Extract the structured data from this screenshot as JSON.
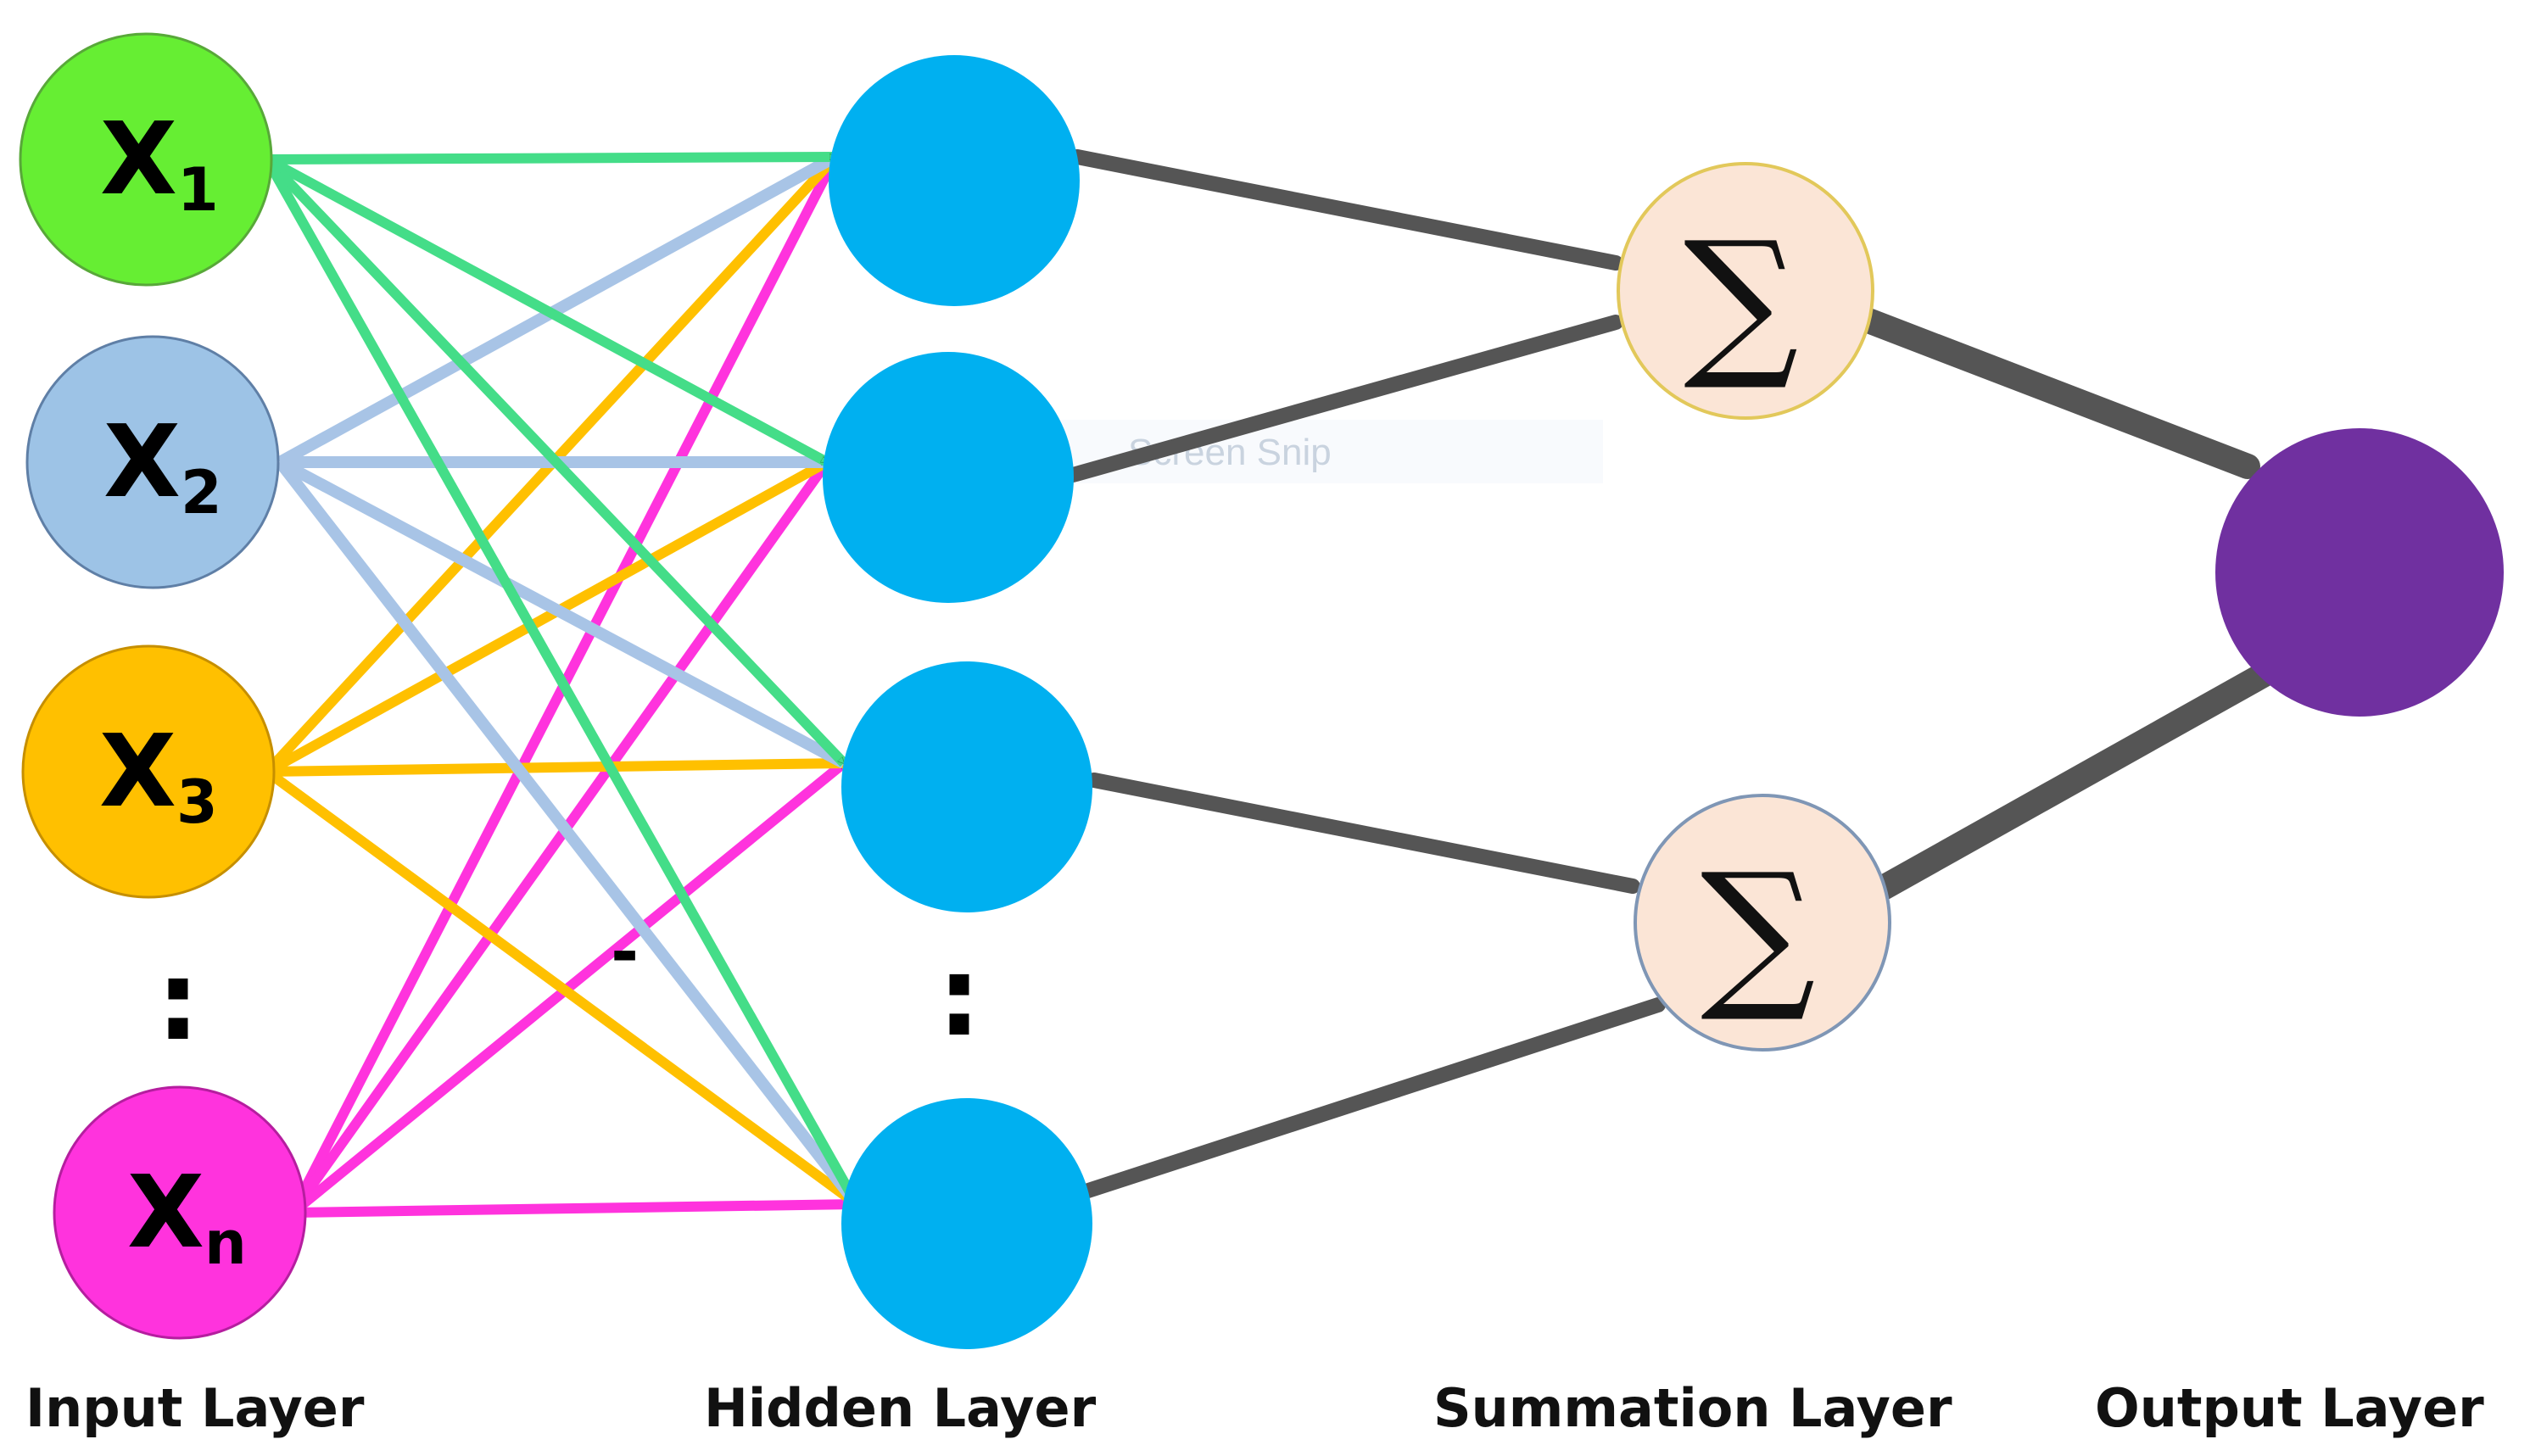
{
  "colors": {
    "background": "#ffffff",
    "x1": "#66ee33",
    "x2": "#9dc3e6",
    "x3": "#ffc000",
    "xn": "#ff33dd",
    "hidden": "#00b0f0",
    "summation_fill": "#fbe5d6",
    "summation_stroke_top": "#e2c85a",
    "summation_stroke_bottom": "#7f96b5",
    "output": "#7030a0",
    "x1_edge": "#44dd88",
    "x2_edge": "#a8c4e6",
    "x3_edge": "#ffc000",
    "xn_edge": "#ff33dd",
    "dark_edge": "#555555"
  },
  "input_layer": {
    "label": "Input Layer",
    "nodes": [
      {
        "name": "x1",
        "main": "X",
        "sub": "1"
      },
      {
        "name": "x2",
        "main": "X",
        "sub": "2"
      },
      {
        "name": "x3",
        "main": "X",
        "sub": "3"
      },
      {
        "name": "xn",
        "main": "X",
        "sub": "n"
      }
    ],
    "ellipsis": ":"
  },
  "hidden_layer": {
    "label": "Hidden Layer",
    "node_count_shown": 4,
    "ellipsis": ":"
  },
  "summation_layer": {
    "label": "Summation Layer",
    "symbol": "∑",
    "node_count": 2
  },
  "output_layer": {
    "label": "Output Layer",
    "node_count": 1
  },
  "watermark": "Screen Snip",
  "stray_mark": "-",
  "icons": [
    "arrowhead-icon"
  ]
}
